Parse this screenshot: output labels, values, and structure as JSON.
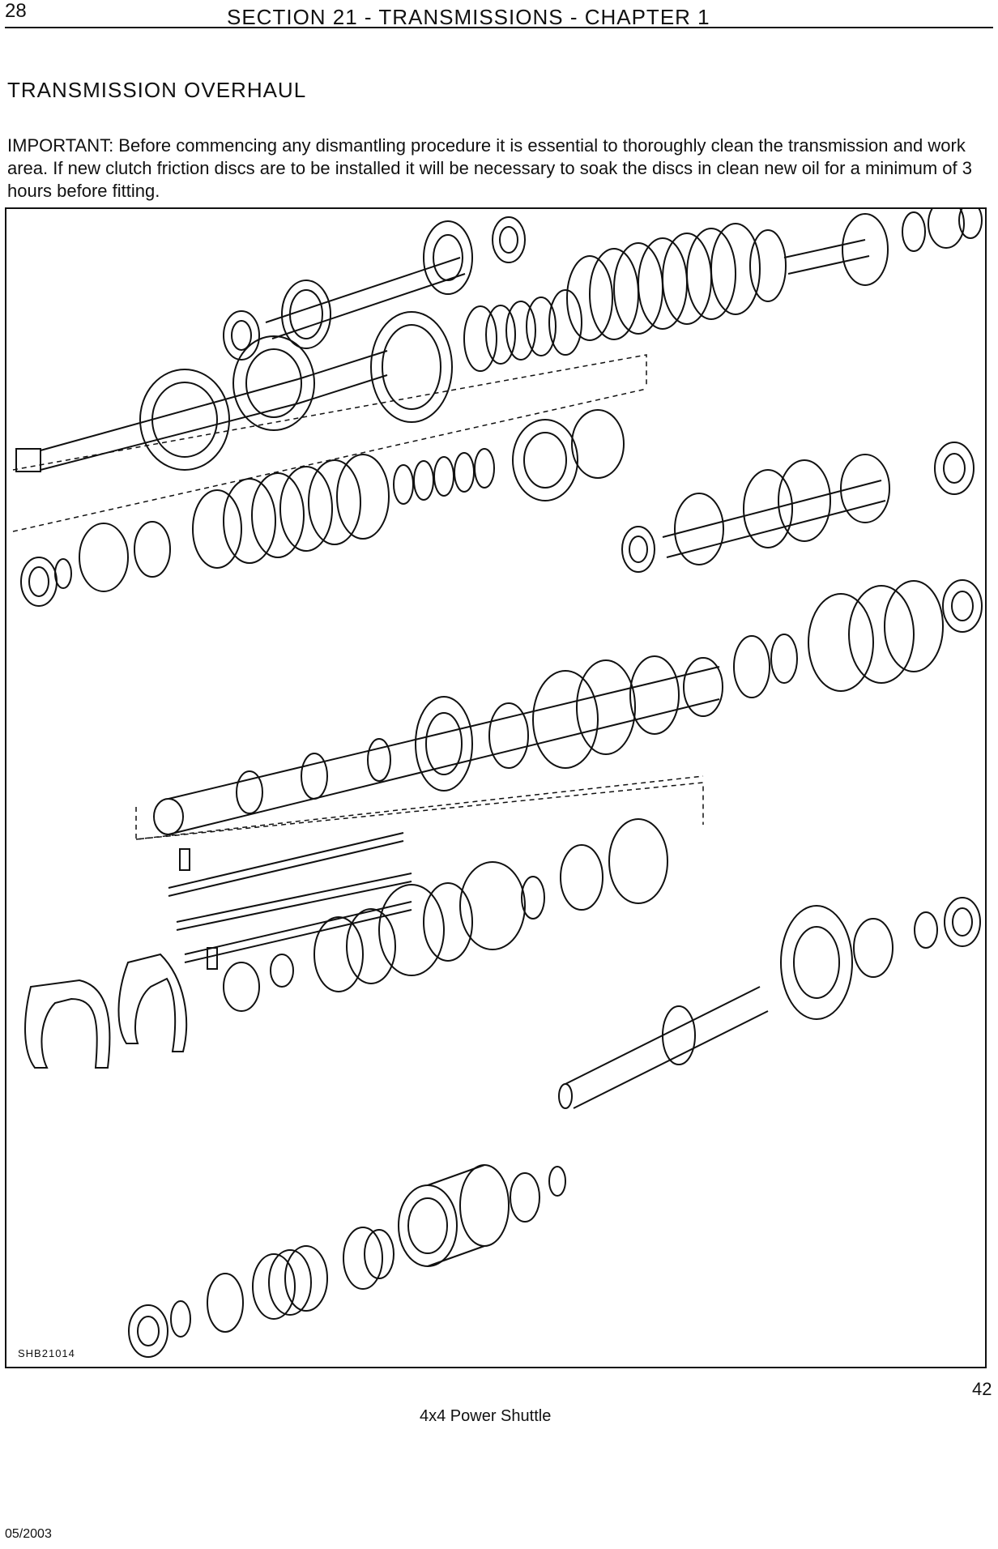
{
  "header": {
    "page_number": "28",
    "section_title": "SECTION 21 - TRANSMISSIONS - CHAPTER 1"
  },
  "content": {
    "heading": "TRANSMISSION OVERHAUL",
    "paragraph": "IMPORTANT: Before commencing any dismantling procedure it is essential to thoroughly clean the transmission and work area. If new clutch friction discs are to be installed it will be necessary to soak the discs in clean new oil for a minimum of 3 hours before fitting."
  },
  "figure": {
    "code": "SHB21014",
    "number": "42",
    "caption": "4x4 Power Shuttle"
  },
  "footer": {
    "date": "05/2003"
  }
}
